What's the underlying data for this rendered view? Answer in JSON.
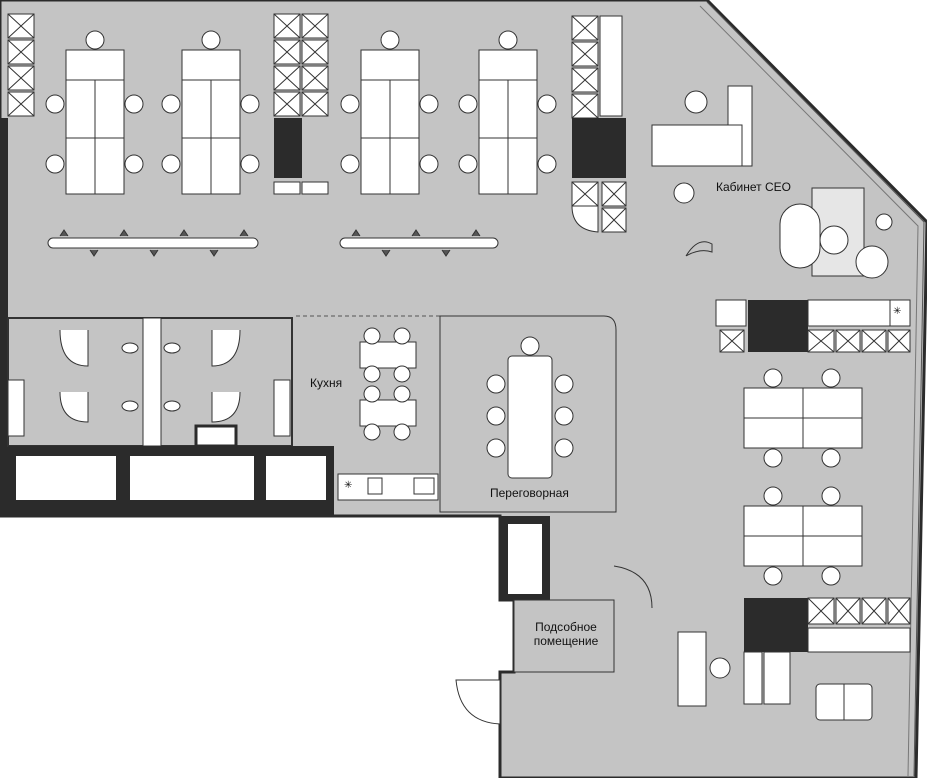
{
  "plan": {
    "rooms": {
      "ceo_office": "Кабинет CEO",
      "kitchen": "Кухня",
      "meeting_room": "Переговорная",
      "utility_room_line1": "Подсобное",
      "utility_room_line2": "помещение"
    },
    "colors": {
      "floor": "#c4c4c4",
      "wall": "#2b2b2b",
      "furniture": "#ffffff",
      "outline": "#3a3a3a",
      "background": "#ffffff"
    },
    "icons": {
      "snowflake": "✳"
    }
  }
}
